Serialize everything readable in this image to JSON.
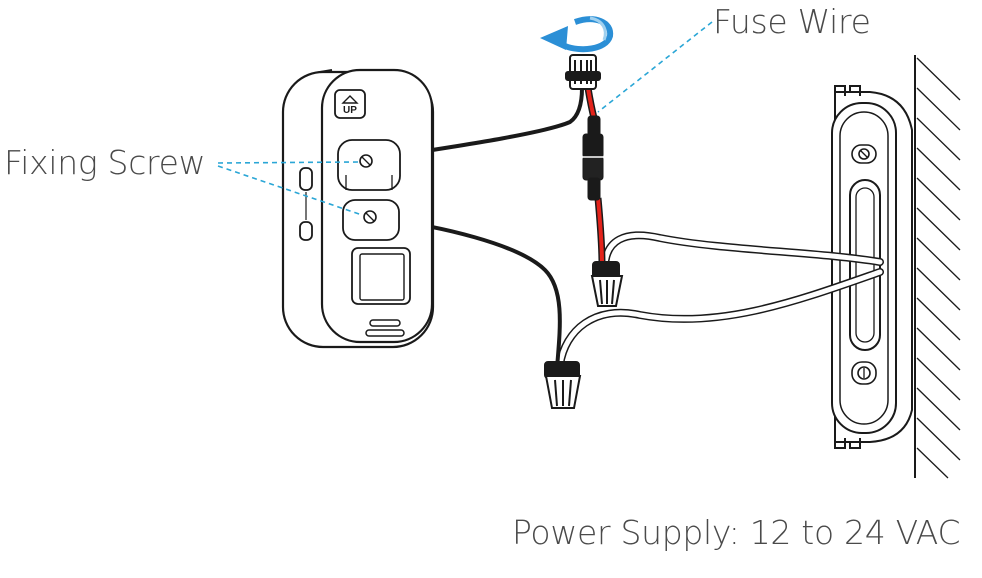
{
  "labels": {
    "fuse_wire": "Fuse Wire",
    "fixing_screw": "Fixing Screw",
    "power_supply": "Power Supply: 12 to 24 VAC"
  },
  "device": {
    "up_button_text": "UP"
  },
  "colors": {
    "line": "#1a1a1a",
    "wire_red": "#e3231b",
    "leader_blue": "#2aa6d6",
    "arrow_blue": "#2b8fd6",
    "text": "#4a4a4a"
  }
}
